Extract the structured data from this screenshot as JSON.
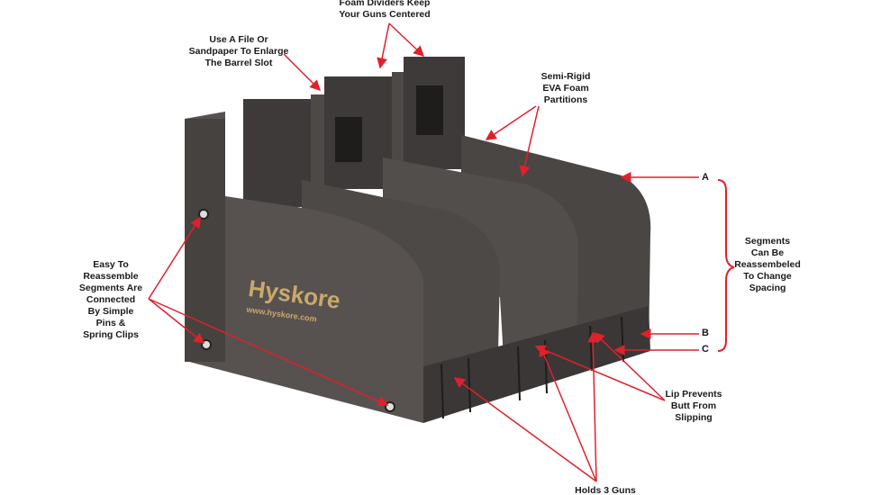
{
  "product": {
    "brand_logo": "Hyskore",
    "website": "www.hyskore.com",
    "colors": {
      "foam": "#4a4644",
      "foam_dark": "#2f2c2b",
      "logo": "#c9a96a",
      "arrow": "#e0202a"
    }
  },
  "annotations": {
    "foam_dividers": "Foam Dividers Keep\nYour Guns Centered",
    "file_sandpaper": "Use A File Or\nSandpaper To Enlarge\nThe Barrel Slot",
    "semi_rigid": "Semi-Rigid\nEVA Foam\nPartitions",
    "segments": "Segments\nCan Be\nReassembeled\nTo Change\nSpacing",
    "easy_reassemble": "Easy To\nReassemble\nSegments Are\nConnected\nBy Simple\nPins &\nSpring Clips",
    "lip_prevents": "Lip Prevents\nButt From\nSlipping",
    "holds_guns": "Holds 3 Guns",
    "point_a": "A",
    "point_b": "B",
    "point_c": "C"
  }
}
